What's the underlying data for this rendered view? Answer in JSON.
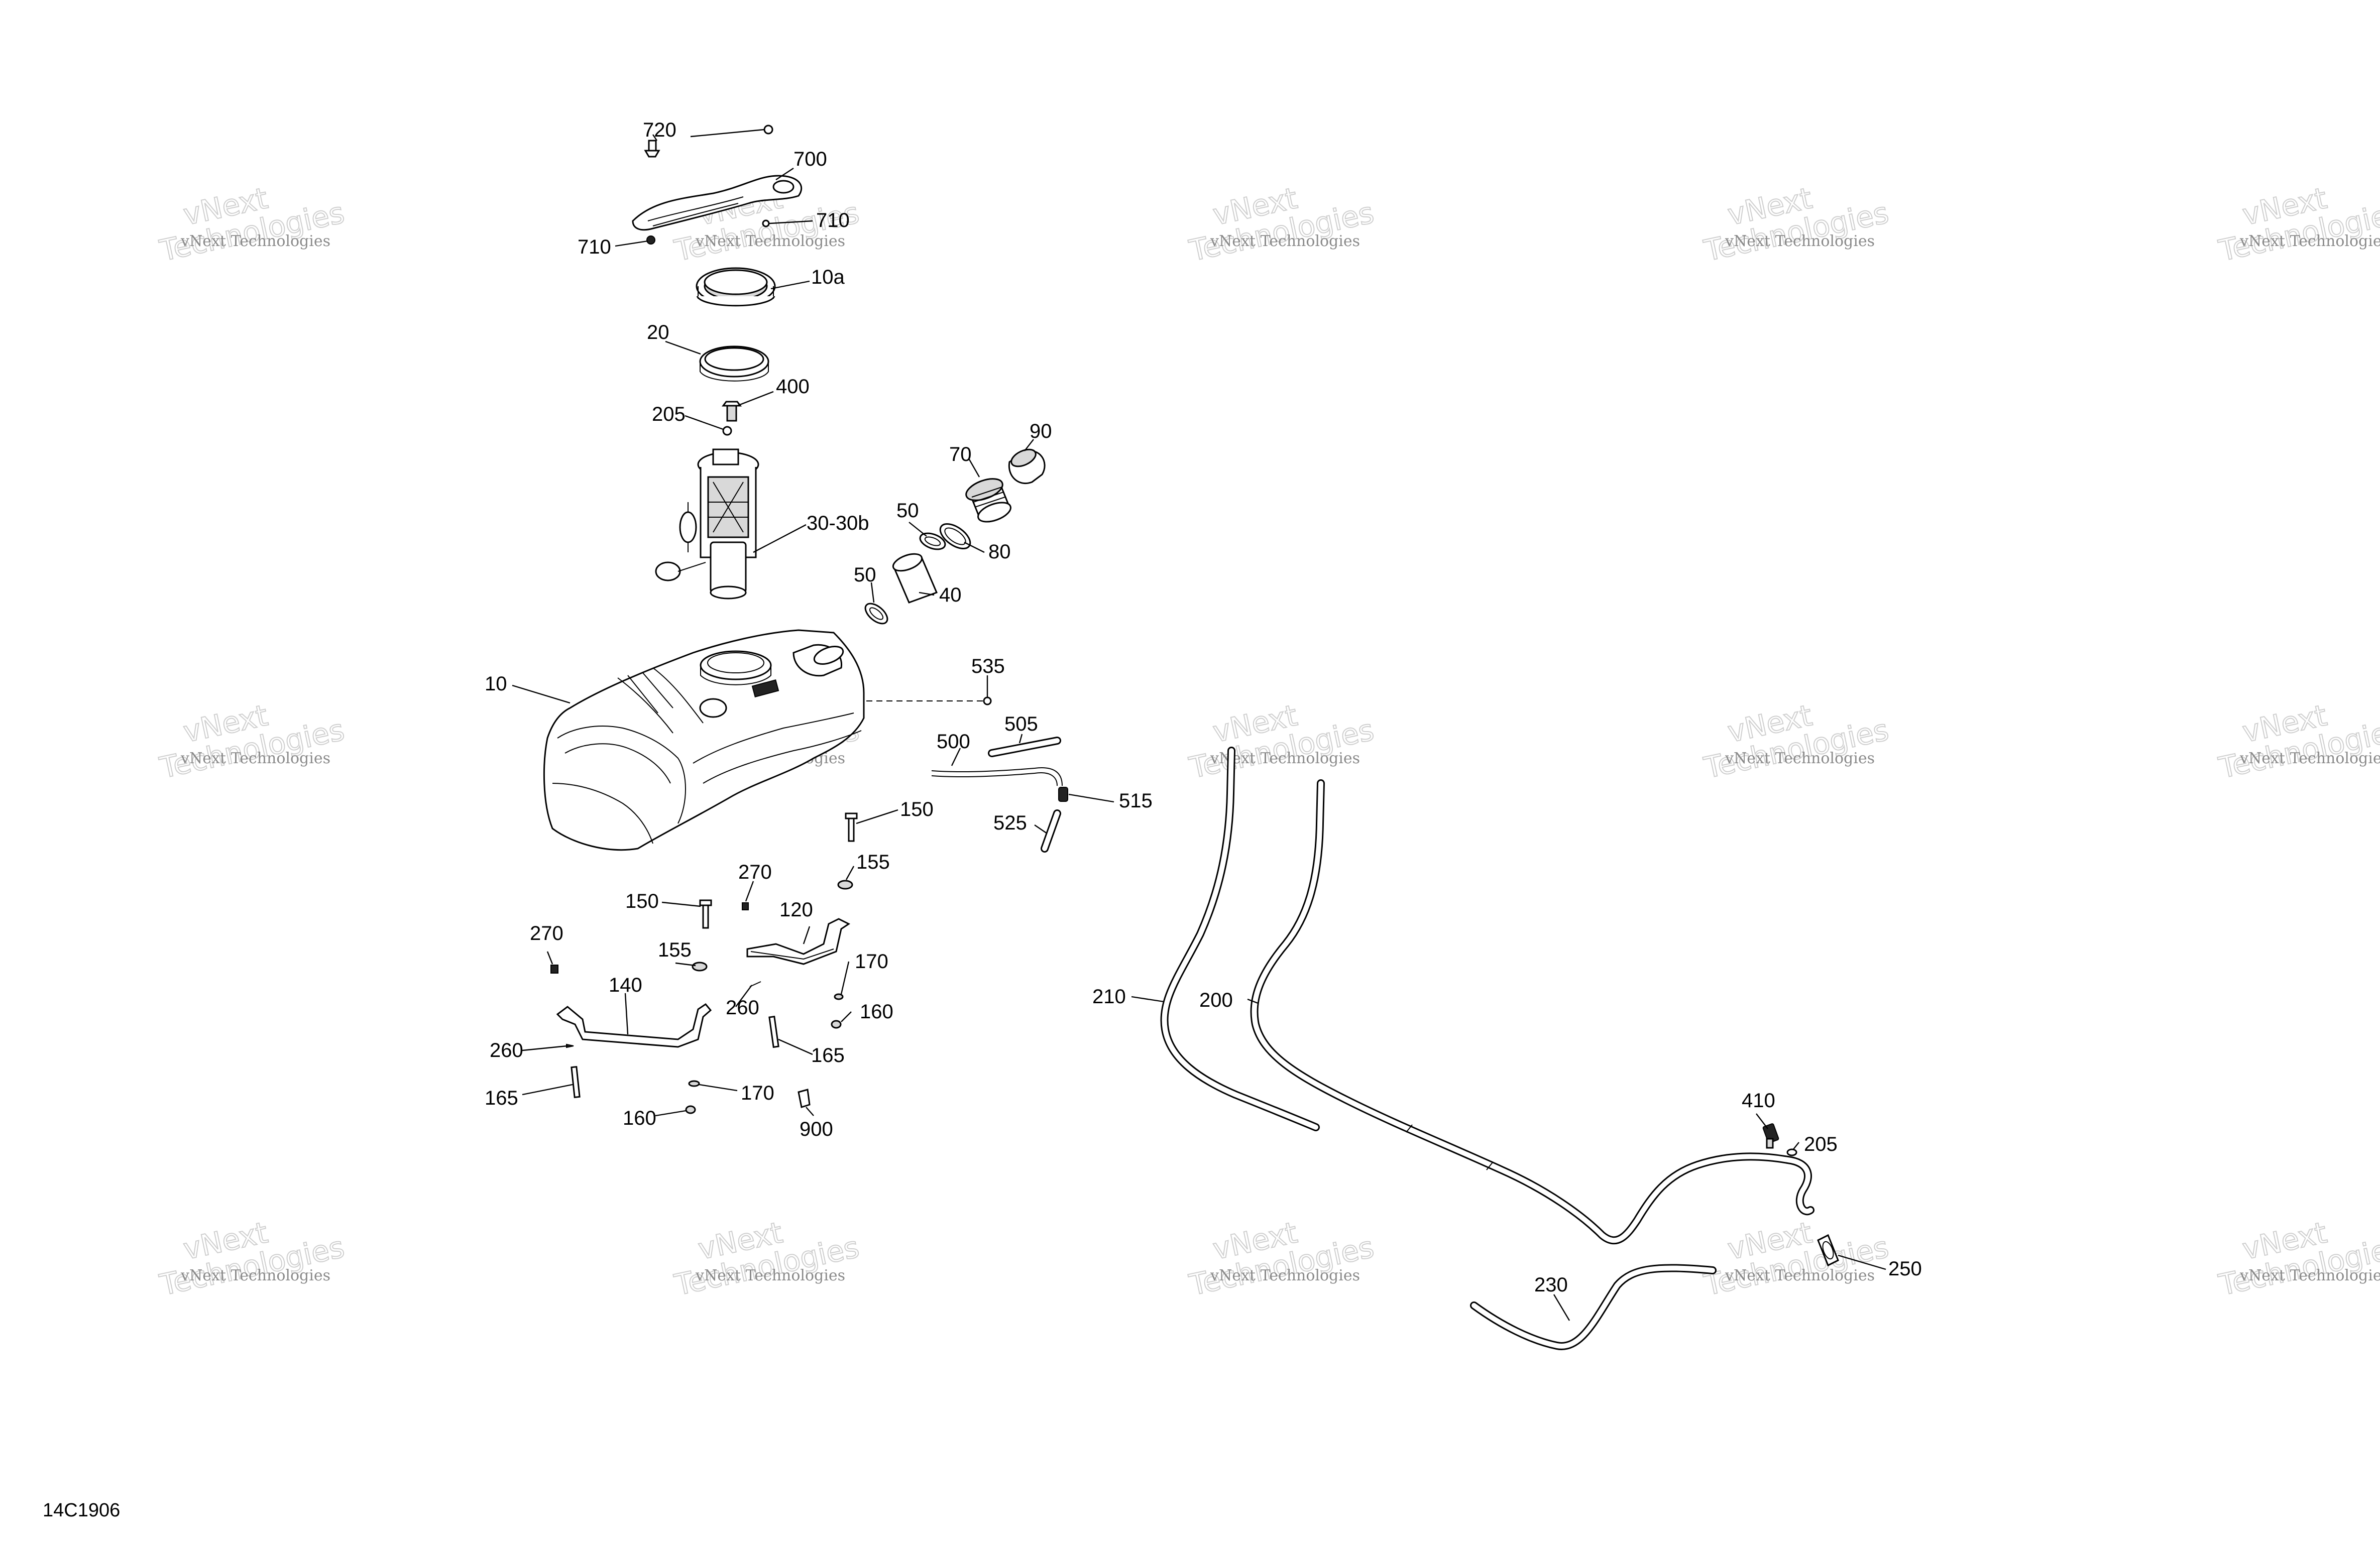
{
  "callouts": {
    "c720": "720",
    "c700": "700",
    "c710a": "710",
    "c710b": "710",
    "c10a": "10a",
    "c20": "20",
    "c400": "400",
    "c205a": "205",
    "c3030b": "30-30b",
    "c90": "90",
    "c70": "70",
    "c50a": "50",
    "c80": "80",
    "c50b": "50",
    "c40": "40",
    "c10": "10",
    "c535": "535",
    "c505": "505",
    "c500": "500",
    "c515": "515",
    "c525": "525",
    "c150a": "150",
    "c155a": "155",
    "c270a": "270",
    "c150b": "150",
    "c120": "120",
    "c270b": "270",
    "c155b": "155",
    "c170a": "170",
    "c140": "140",
    "c260a": "260",
    "c160a": "160",
    "c260b": "260",
    "c165a": "165",
    "c165b": "165",
    "c170b": "170",
    "c160b": "160",
    "c900": "900",
    "c210": "210",
    "c200": "200",
    "c410": "410",
    "c205b": "205",
    "c230": "230",
    "c250": "250"
  },
  "watermark": {
    "line1": "vNext",
    "line2": "Technologies",
    "small": "vNext Technologies"
  },
  "drawing_code": "14C1906"
}
